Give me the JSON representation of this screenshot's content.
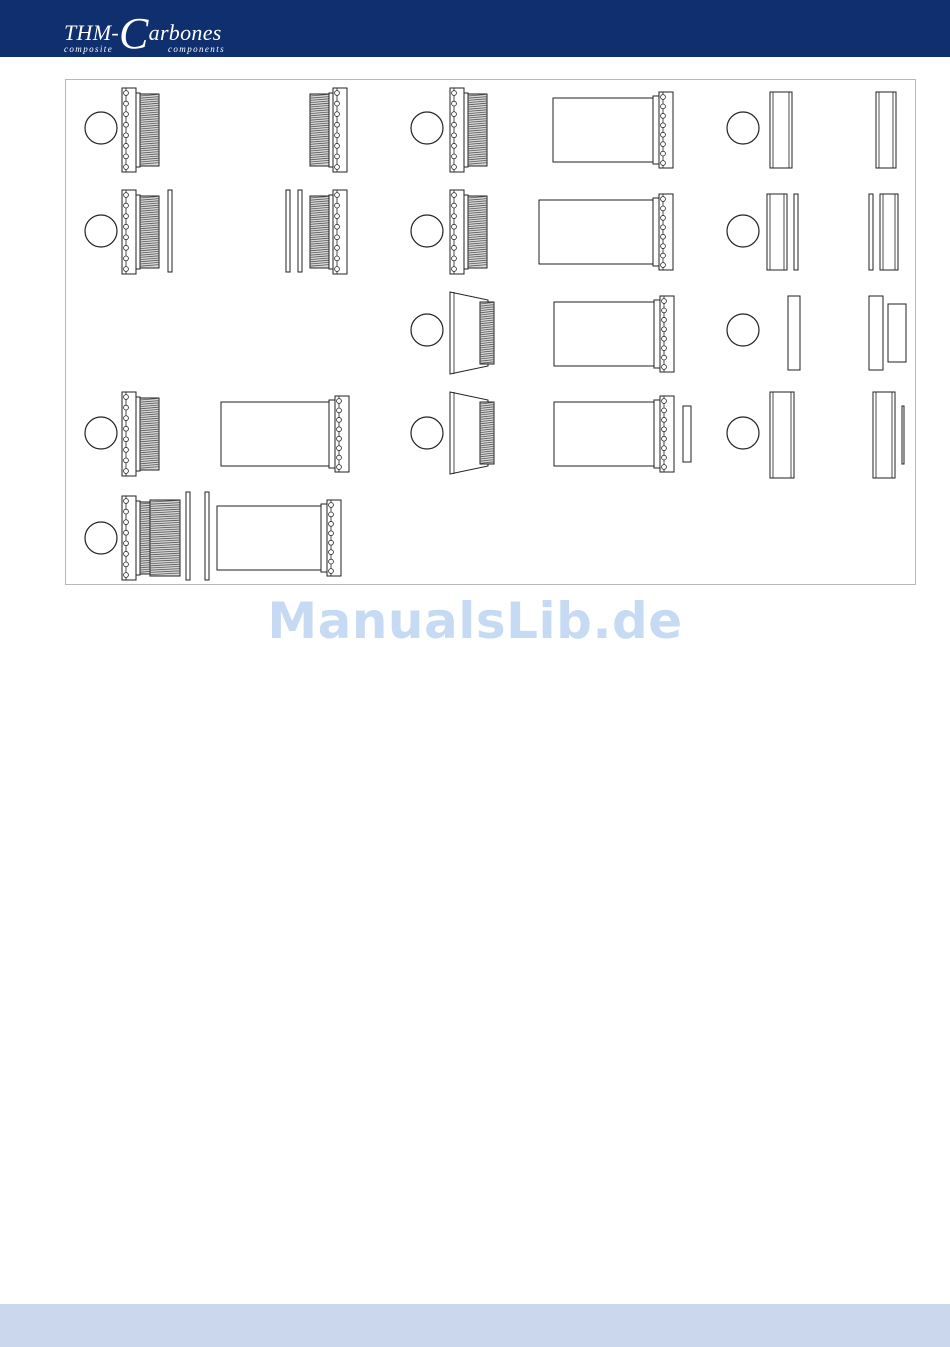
{
  "header": {
    "logo": {
      "name_left": "THM-",
      "name_c": "C",
      "name_right": "arbones",
      "tagline_left": "composite",
      "tagline_right": "components"
    },
    "background_color": "#0f2f6e"
  },
  "figure": {
    "description_icons": [
      "bearing-cup-icon",
      "bearing-shell-icon",
      "spacer-ring-icon",
      "callout-circle-icon"
    ]
  },
  "watermark": {
    "text": "ManualsLib.de",
    "color": "#c6dbf3"
  },
  "footer": {
    "background_color": "#cbd7ed"
  }
}
